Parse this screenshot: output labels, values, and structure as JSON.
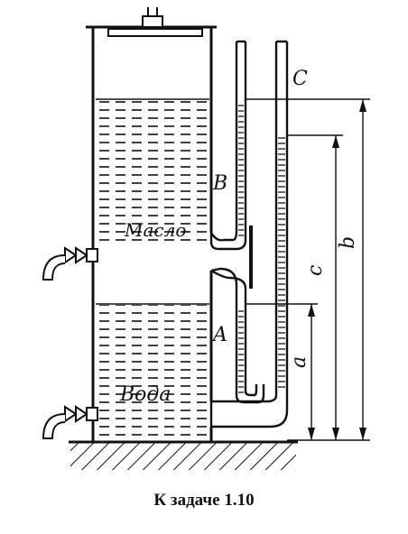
{
  "labels": {
    "oil": "Масло",
    "water": "Вода",
    "point_a": "A",
    "point_b": "B",
    "point_c": "C",
    "dim_a": "a",
    "dim_b": "b",
    "dim_c": "c"
  },
  "caption": "К задаче 1.10",
  "icons": [
    "valve-icon",
    "valve-icon"
  ],
  "colors": {
    "ink": "#111111",
    "paper": "#ffffff"
  }
}
